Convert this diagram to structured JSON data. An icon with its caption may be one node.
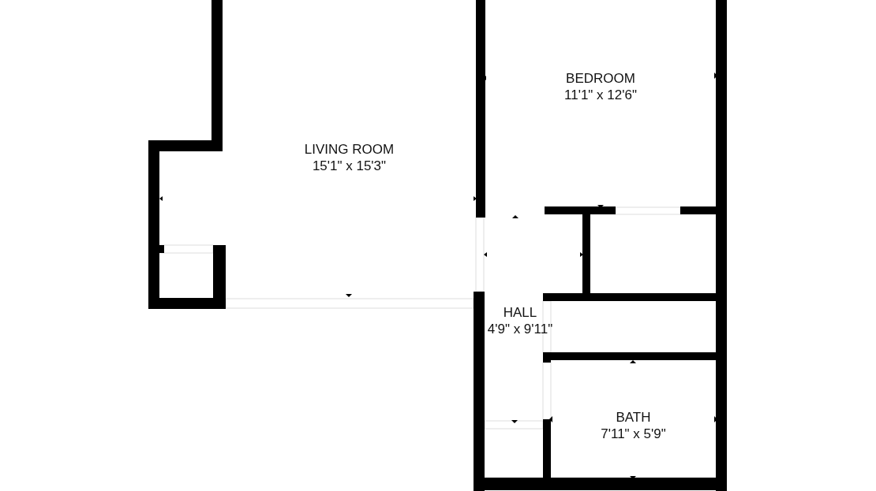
{
  "diagram": {
    "nodes": [
      {
        "text": [
          "BEDROOM",
          "11'1\" x 12'6\""
        ]
      },
      {
        "text": [
          "LIVING ROOM",
          "15'1\" x 15'3\""
        ]
      },
      {
        "text": [
          "HALL",
          "4'9\" x 9'11\""
        ]
      },
      {
        "text": [
          "BATH",
          "7'11\" x 5'9\""
        ]
      }
    ]
  }
}
